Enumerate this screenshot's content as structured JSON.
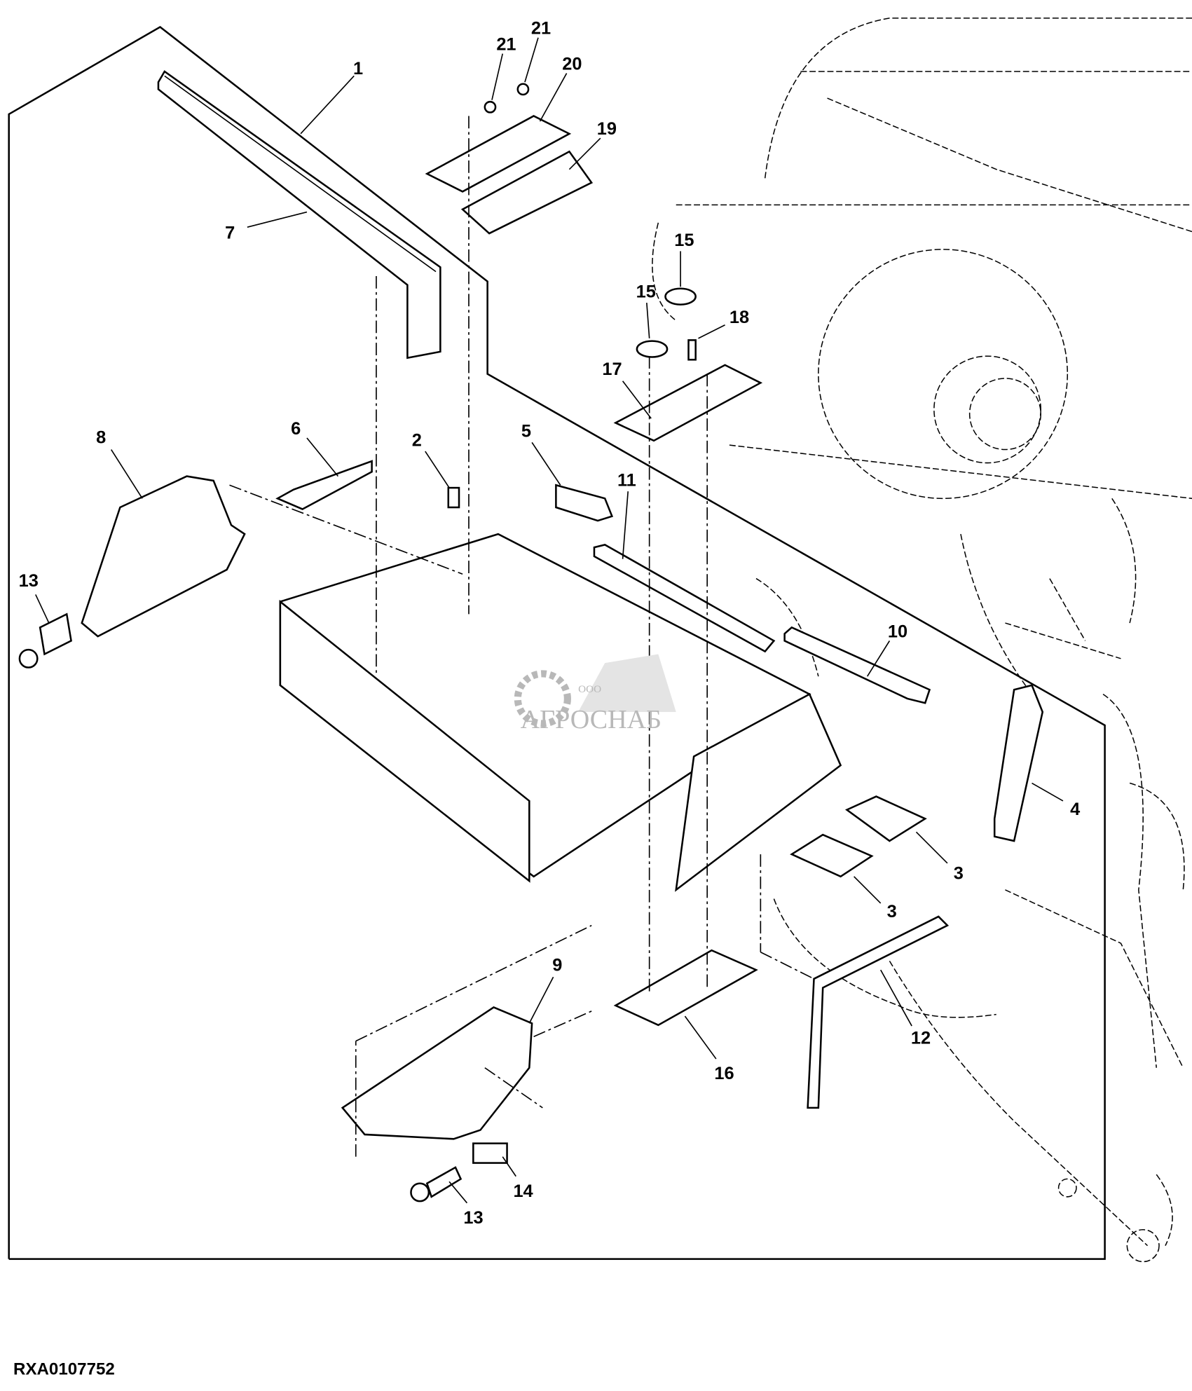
{
  "diagram_code": "RXA0107752",
  "watermark": {
    "company_type": "ООО",
    "name": "АГРОСНАБ"
  },
  "callouts": [
    {
      "id": "c1",
      "text": "1"
    },
    {
      "id": "c21a",
      "text": "21"
    },
    {
      "id": "c21b",
      "text": "21"
    },
    {
      "id": "c20",
      "text": "20"
    },
    {
      "id": "c19",
      "text": "19"
    },
    {
      "id": "c7",
      "text": "7"
    },
    {
      "id": "c15a",
      "text": "15"
    },
    {
      "id": "c15b",
      "text": "15"
    },
    {
      "id": "c18",
      "text": "18"
    },
    {
      "id": "c17",
      "text": "17"
    },
    {
      "id": "c8",
      "text": "8"
    },
    {
      "id": "c6",
      "text": "6"
    },
    {
      "id": "c2",
      "text": "2"
    },
    {
      "id": "c5",
      "text": "5"
    },
    {
      "id": "c11",
      "text": "11"
    },
    {
      "id": "c13a",
      "text": "13"
    },
    {
      "id": "c10",
      "text": "10"
    },
    {
      "id": "c4",
      "text": "4"
    },
    {
      "id": "c3a",
      "text": "3"
    },
    {
      "id": "c3b",
      "text": "3"
    },
    {
      "id": "c9",
      "text": "9"
    },
    {
      "id": "c12",
      "text": "12"
    },
    {
      "id": "c16",
      "text": "16"
    },
    {
      "id": "c14",
      "text": "14"
    },
    {
      "id": "c13b",
      "text": "13"
    }
  ]
}
